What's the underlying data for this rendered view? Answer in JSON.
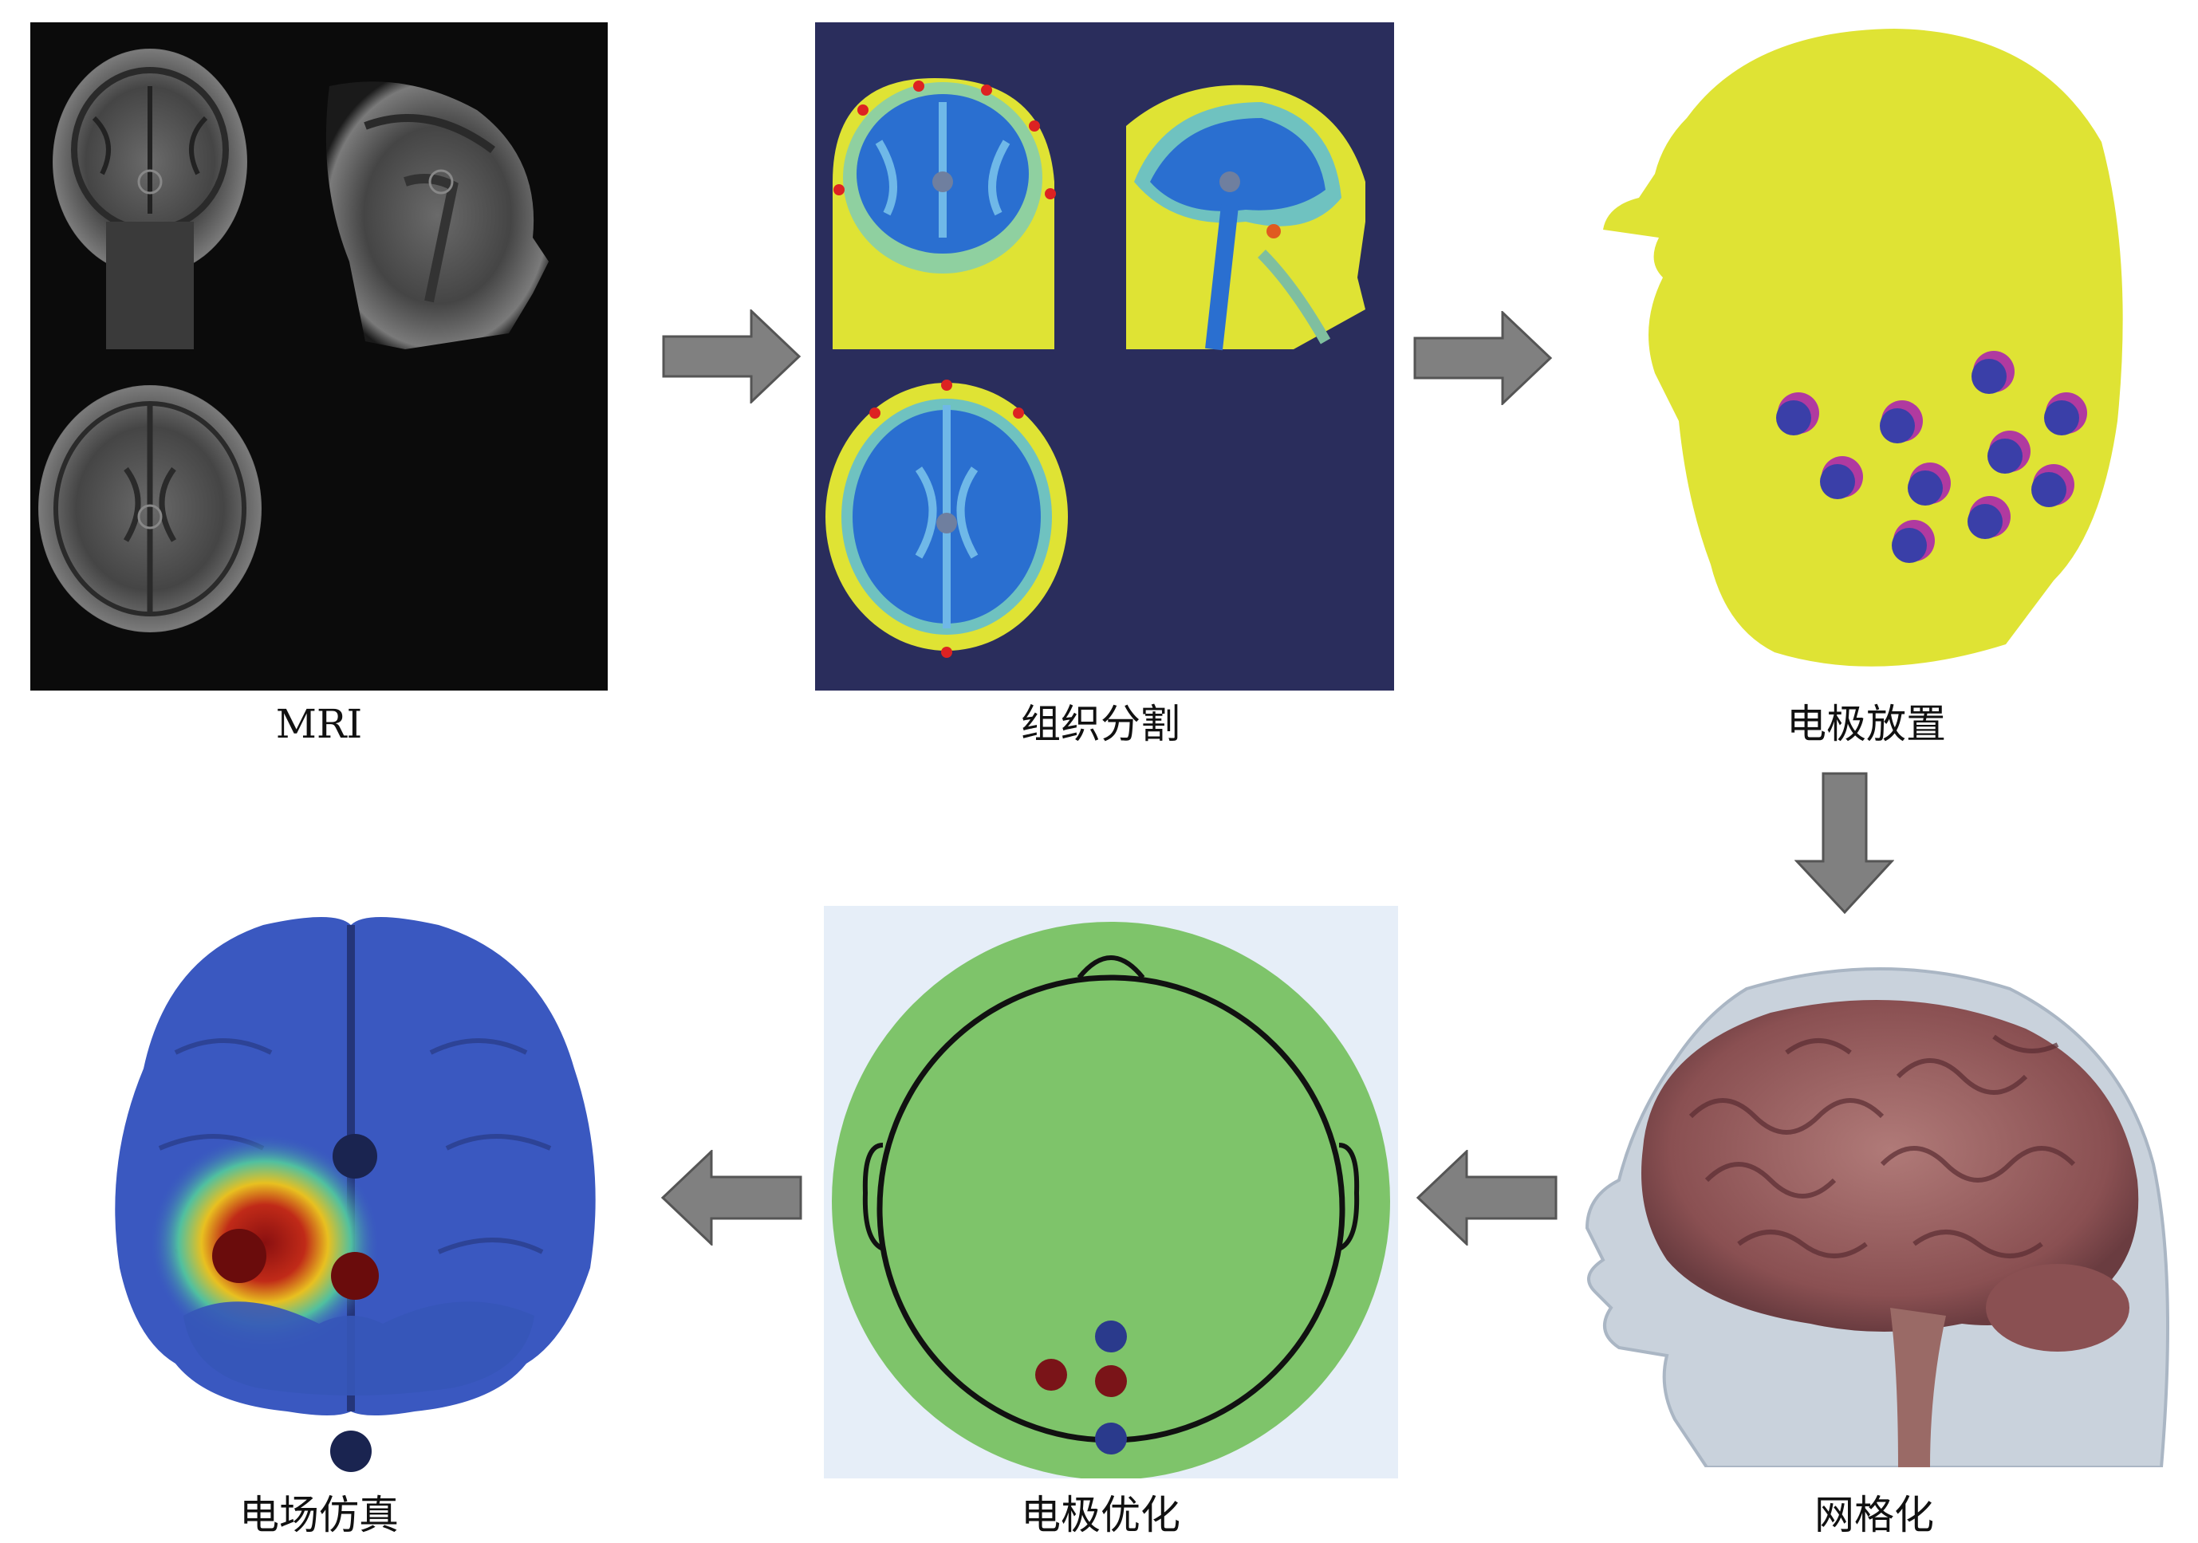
{
  "steps": [
    {
      "id": "mri",
      "label": "MRI"
    },
    {
      "id": "segmentation",
      "label": "组织分割"
    },
    {
      "id": "electrode-placement",
      "label": "电极放置"
    },
    {
      "id": "meshing",
      "label": "网格化"
    },
    {
      "id": "electrode-optimization",
      "label": "电极优化"
    },
    {
      "id": "field-simulation",
      "label": "电场仿真"
    }
  ],
  "colors": {
    "mri_bg": "#0b0b0b",
    "seg_bg": "#2a2d5c",
    "scalp_yellow": "#dfe334",
    "electrode_blue": "#3a3fa8",
    "electrode_magenta": "#b03aa0",
    "topo_green": "#7ec46a",
    "topo_bg": "#e6eef8",
    "anode_red": "#7a1418",
    "cathode_blue": "#2a3a8c",
    "arrow_gray": "#808080"
  }
}
